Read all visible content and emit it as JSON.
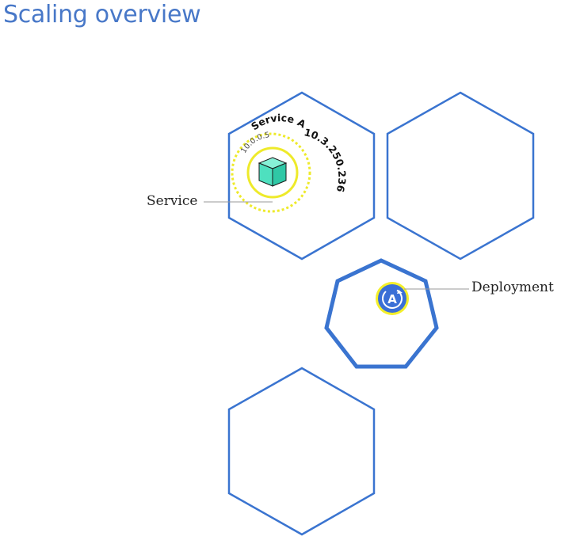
{
  "title": "Scaling overview",
  "labels": {
    "service": "Service",
    "deployment": "Deployment"
  },
  "service_arc": {
    "name": "Service A",
    "ip": "10.3.250.236",
    "pod_ip": "10.0.0.5"
  },
  "deployment_glyph": "A",
  "colors": {
    "title": "#4878c8",
    "node_stroke": "#3a74d0",
    "deployment_fill": "#3a6fd6",
    "service_ring": "#eeea2a",
    "pod_face": "#4ee0bf",
    "pod_edge": "#1a1a1a",
    "leader_line": "#999999"
  },
  "icons": [
    "pod-cube-icon",
    "deployment-icon"
  ]
}
